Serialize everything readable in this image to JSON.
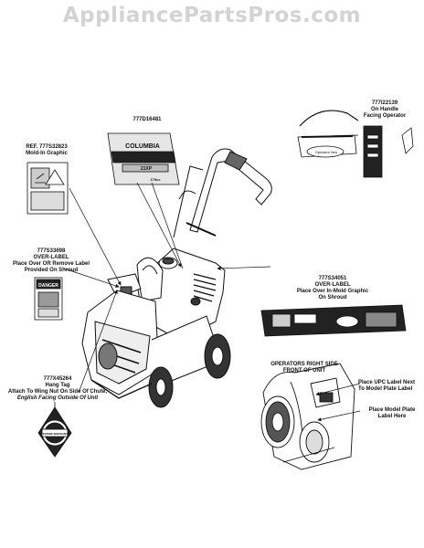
{
  "watermark": "AppliancePartsPros.com",
  "callouts": {
    "c1": {
      "part": "777D16481"
    },
    "c2": {
      "part": "777I22139",
      "line1": "On Handle",
      "line2": "Facing Operator"
    },
    "c3": {
      "part": "REF. 777S32823",
      "line1": "Mold-In Graphic"
    },
    "c4": {
      "part": "777S33698",
      "line1": "OVER-LABEL",
      "line2": "Place Over OR Remove Label",
      "line3": "Provided On Shroud"
    },
    "c5": {
      "part": "777S34051",
      "line1": "OVER-LABEL",
      "line2": "Place Over In-Mold Graphic",
      "line3": "On Shroud"
    },
    "c6": {
      "part": "777X45264",
      "line1": "Hang Tag",
      "line2": "Attach To Wing Nut On Side Of Chute,",
      "line3": "English Facing Outside Of Unit"
    },
    "c7": {
      "line1": "OPERATORS RIGHT SIDE",
      "line2": "FRONT OF UNIT"
    },
    "c8": {
      "line1": "Place UPC Label Next",
      "line2": "To Model Plate Label"
    },
    "c9": {
      "line1": "Place Model Plate",
      "line2": "Label Here"
    }
  },
  "label_art": {
    "brand": "COLUMBIA",
    "model_code": "21XP",
    "engine_size": "179cc",
    "operators_view": "Operators View",
    "danger": "DANGER",
    "lifetime_warranty": "LIFETIME WARRANTY"
  }
}
